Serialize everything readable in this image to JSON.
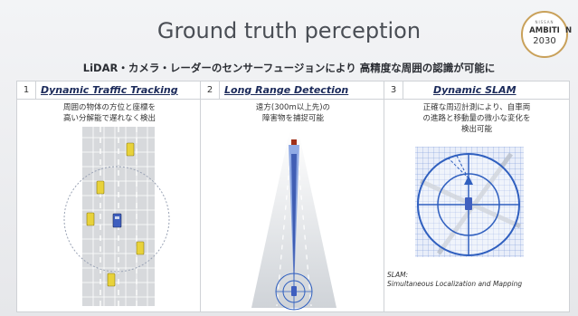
{
  "header": {
    "title": "Ground truth perception",
    "subtitle": "LiDAR・カメラ・レーダーのセンサーフュージョンにより 高精度な周囲の認識が可能に"
  },
  "logo": {
    "brand": "NISSAN",
    "line1": "AMBITI",
    "line1_tail": "N",
    "line2": "2030"
  },
  "panels": [
    {
      "number": "1",
      "title": "Dynamic Traffic Tracking",
      "desc1": "周囲の物体の方位と座標を",
      "desc2": "高い分解能で遅れなく検出"
    },
    {
      "number": "2",
      "title": "Long Range Detection",
      "desc1": "遠方(300m以上先)の",
      "desc2": "障害物を捕捉可能"
    },
    {
      "number": "3",
      "title": "Dynamic SLAM",
      "desc1": "正確な周辺計測により、自車両",
      "desc2": "の進路と移動量の微小な変化を",
      "desc3": "検出可能",
      "note1": "SLAM:",
      "note2": "Simultaneous Localization and Mapping"
    }
  ],
  "colors": {
    "title": "#4a4e55",
    "panel_title": "#1b2a5a",
    "accent_blue": "#2f5fbf",
    "other_car": "#e8d23a",
    "gold": "#c9a15a"
  }
}
